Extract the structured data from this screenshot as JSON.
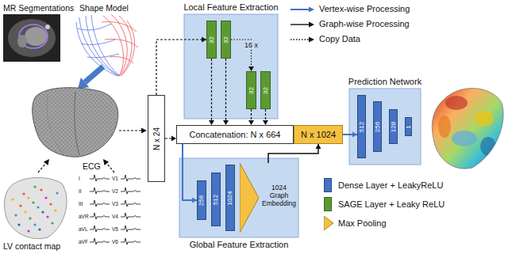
{
  "diagram": {
    "nodes": [
      {
        "text": [
          "Local Feature Extraction"
        ]
      },
      {
        "text": [
          "32"
        ],
        "in": 0
      },
      {
        "text": [
          "32"
        ],
        "in": 0
      },
      {
        "text": [
          "32"
        ],
        "in": 0
      },
      {
        "text": [
          "32"
        ],
        "in": 0
      },
      {
        "text": [
          "N x 24"
        ]
      },
      {
        "text": [
          "Concatenation: N x 664"
        ]
      },
      {
        "text": [
          "N x 1024"
        ]
      },
      {
        "text": [
          "Prediction Network"
        ]
      },
      {
        "text": [
          "512"
        ],
        "in": 8
      },
      {
        "text": [
          "256"
        ],
        "in": 8
      },
      {
        "text": [
          "128"
        ],
        "in": 8
      },
      {
        "text": [
          "1"
        ],
        "in": 8
      },
      {
        "text": [
          "Global Feature Extraction"
        ]
      },
      {
        "text": [
          "256"
        ],
        "in": 13
      },
      {
        "text": [
          "512"
        ],
        "in": 13
      },
      {
        "text": [
          "1024"
        ],
        "in": 13
      },
      {
        "text": [
          "1024",
          "Graph Embedding"
        ],
        "in": 13
      }
    ],
    "edges": [
      {
        "from": 5,
        "to": 1,
        "arrow": "to"
      },
      {
        "from": 2,
        "to": 3,
        "label": "16 x",
        "arrow": "to"
      },
      {
        "from": 1,
        "to": 6,
        "arrow": "to"
      },
      {
        "from": 2,
        "to": 6,
        "arrow": "to"
      },
      {
        "from": 3,
        "to": 6,
        "arrow": "to"
      },
      {
        "from": 4,
        "to": 6,
        "arrow": "to"
      },
      {
        "from": 5,
        "to": 6,
        "arrow": "to"
      },
      {
        "from": 6,
        "to": 14,
        "arrow": "to"
      },
      {
        "from": 17,
        "to": 7,
        "arrow": "to"
      },
      {
        "from": 7,
        "to": 9,
        "arrow": "to"
      }
    ],
    "labels": [
      "MR Segmentations",
      "Shape Model",
      "LV contact map",
      "ECG",
      "I",
      "II",
      "III",
      "aVR",
      "aVL",
      "aVF",
      "V1",
      "V2",
      "V3",
      "V4",
      "V5",
      "V6"
    ],
    "legend": [
      {
        "text": "Vertex-wise Processing"
      },
      {
        "text": "Graph-wise Processing"
      },
      {
        "text": "Copy Data"
      },
      {
        "text": "Dense Layer + LeakyReLU",
        "color": "#4472c4"
      },
      {
        "text": "SAGE Layer + Leaky ReLU",
        "color": "#5b9a32"
      },
      {
        "text": "Max Pooling"
      }
    ]
  }
}
